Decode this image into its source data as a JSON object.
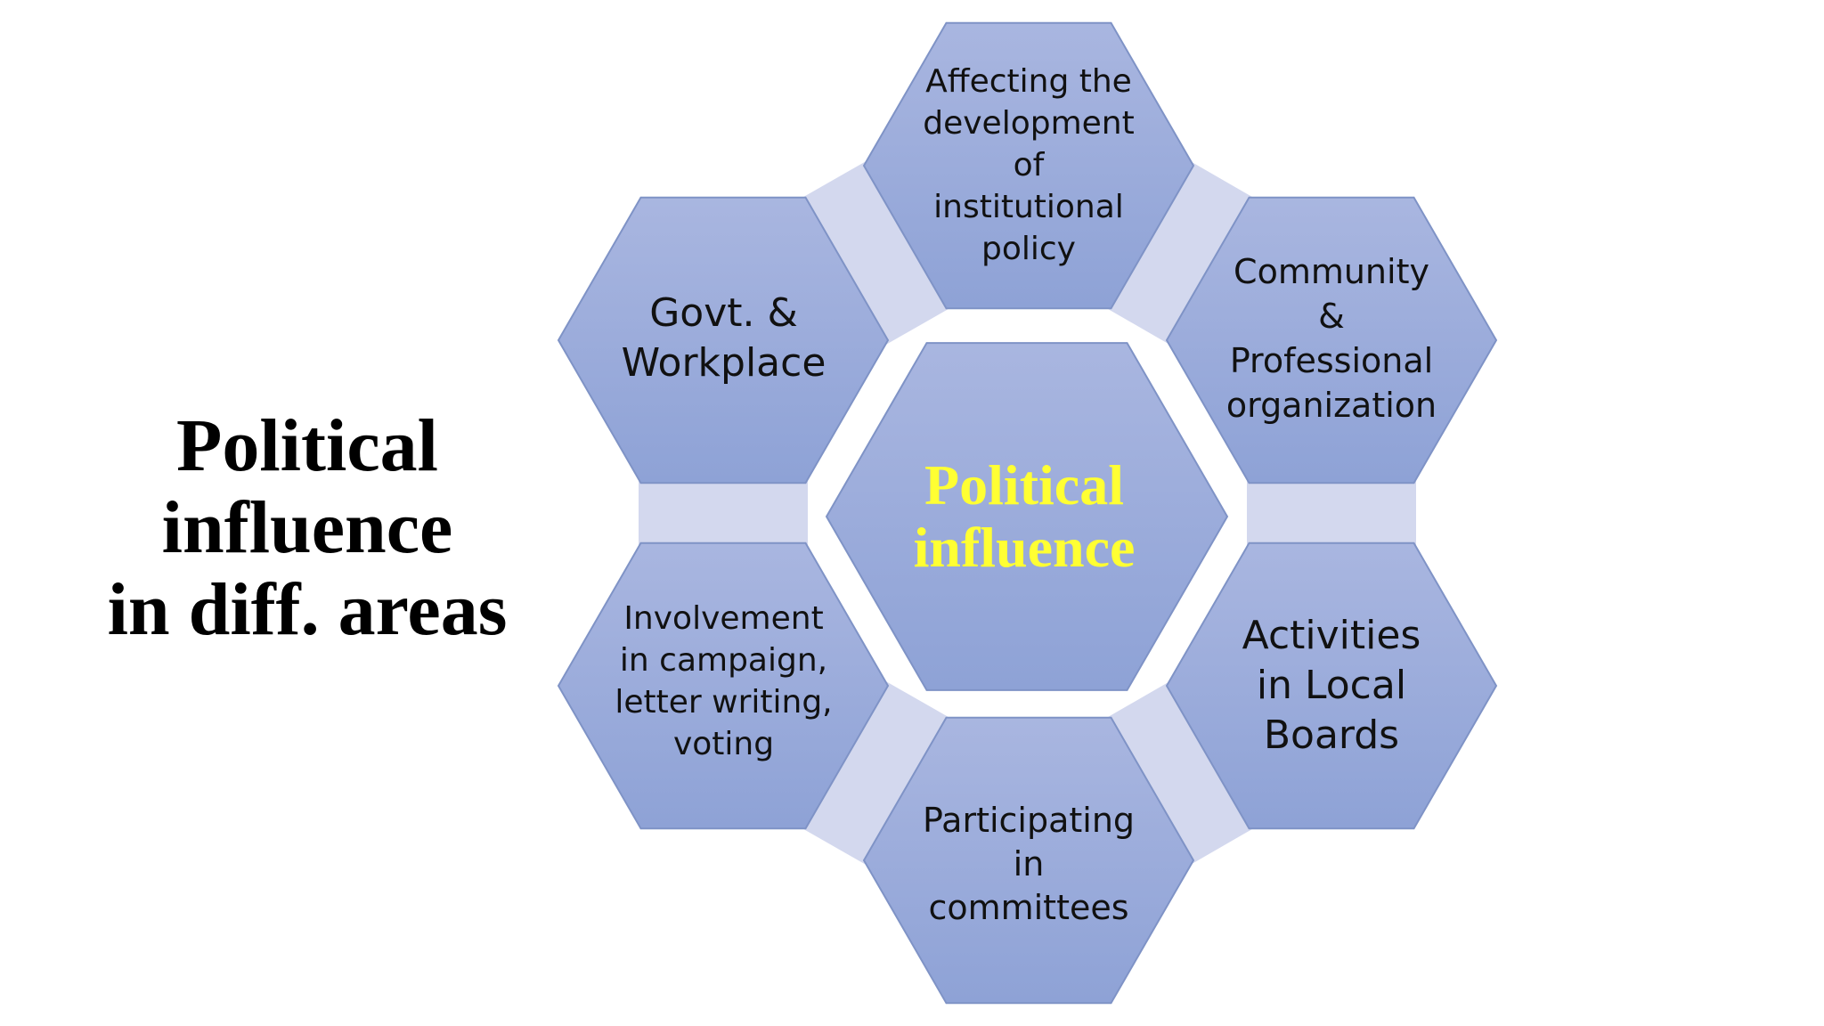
{
  "slide": {
    "title_lines": [
      "Political",
      "influence",
      "in diff. areas"
    ]
  },
  "diagram": {
    "center": {
      "lines": [
        "Political",
        "influence"
      ],
      "text_color": "#ffff33"
    },
    "hexagons": [
      {
        "id": "top",
        "lines": [
          "Affecting the",
          "development",
          "of",
          "institutional",
          "policy"
        ]
      },
      {
        "id": "upper-right",
        "lines": [
          "Community",
          "&",
          "Professional",
          "organization"
        ]
      },
      {
        "id": "lower-right",
        "lines": [
          "Activities",
          "in Local",
          "Boards"
        ]
      },
      {
        "id": "bottom",
        "lines": [
          "Participating",
          "in",
          "committees"
        ]
      },
      {
        "id": "lower-left",
        "lines": [
          "Involvement",
          "in campaign,",
          "letter writing,",
          "voting"
        ]
      },
      {
        "id": "upper-left",
        "lines": [
          "Govt. &",
          "Workplace"
        ]
      }
    ],
    "colors": {
      "hex_fill_top": "#a9b6e0",
      "hex_fill_bottom": "#8ea2d6",
      "hex_stroke": "#7f93c6",
      "connector_fill": "#d3d8ee"
    }
  }
}
